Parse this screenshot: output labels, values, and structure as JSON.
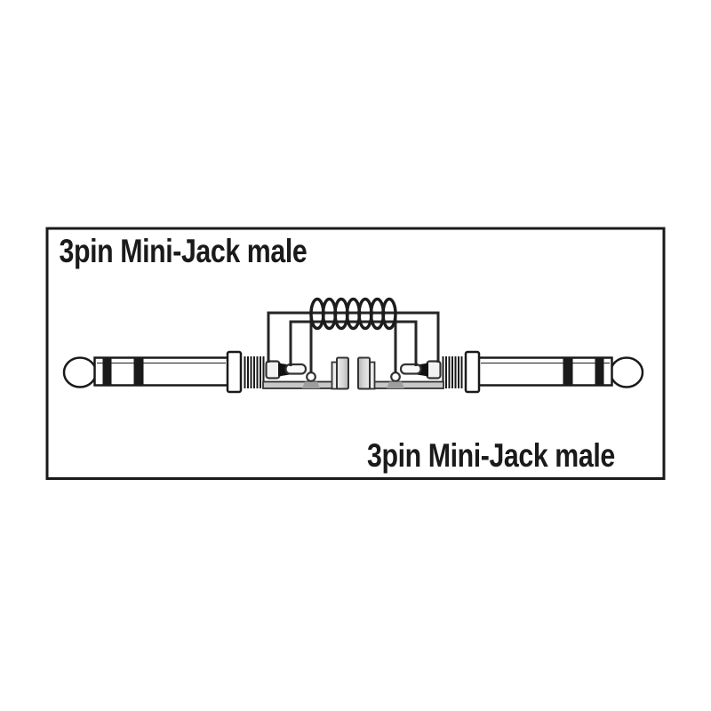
{
  "page": {
    "background": "#ffffff"
  },
  "panel": {
    "border_color": "#1a1a1a",
    "background": "#ffffff"
  },
  "labels": {
    "top_left": "3pin Mini-Jack male",
    "bottom_right": "3pin Mini-Jack male"
  },
  "diagram": {
    "type": "cable-wiring-diagram",
    "left_connector": "3pin Mini-Jack male",
    "right_connector": "3pin Mini-Jack male",
    "coil_turns": 7,
    "wire_paths": 3,
    "wire_color": "#262626",
    "plug_band_color": "#1a1a1a"
  }
}
